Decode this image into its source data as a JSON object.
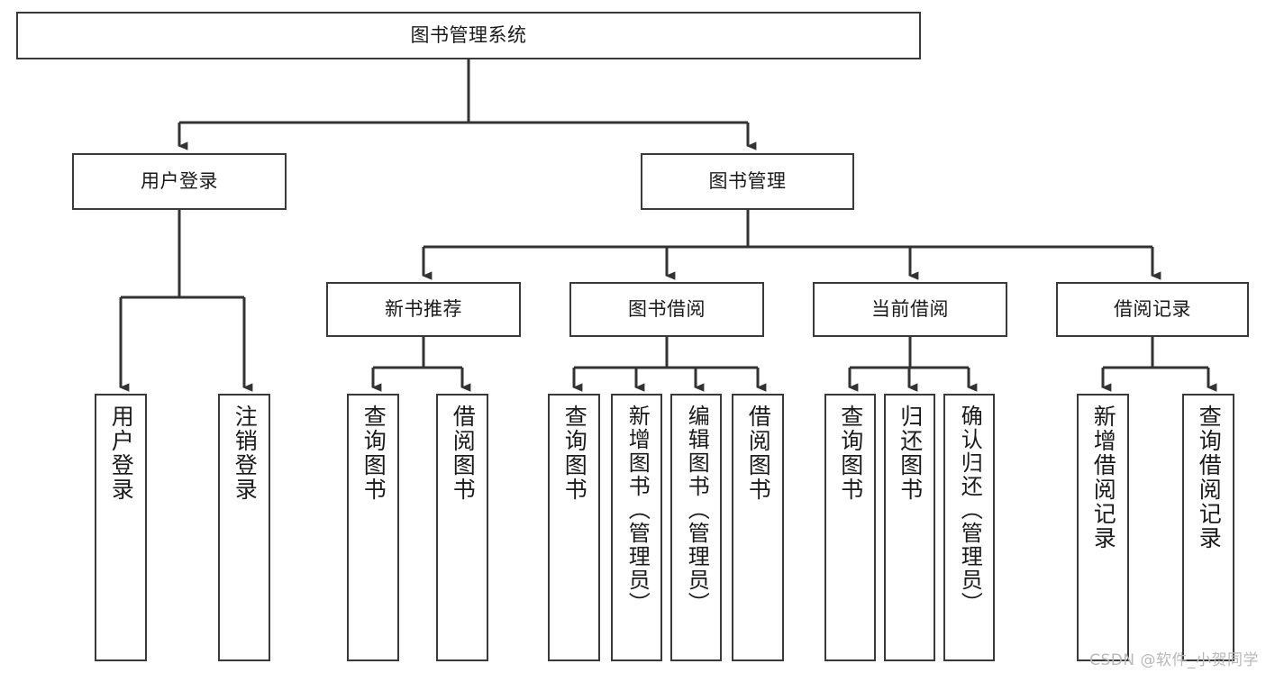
{
  "diagram": {
    "type": "tree",
    "title": "图书管理系统",
    "orientation": "top-down",
    "colors": {
      "box_border": "#3a3a3a",
      "box_fill": "#ffffff",
      "connector": "#333333",
      "text": "#1a1a1a",
      "watermark": "#b9b9b9",
      "background": "#ffffff"
    },
    "levels": 4,
    "nodes": {
      "root": {
        "label": "图书管理系统",
        "level": 1,
        "orientation": "horizontal"
      },
      "user_login": {
        "label": "用户登录",
        "level": 2,
        "orientation": "horizontal"
      },
      "book_manage": {
        "label": "图书管理",
        "level": 2,
        "orientation": "horizontal"
      },
      "new_book_rec": {
        "label": "新书推荐",
        "level": 3,
        "orientation": "horizontal"
      },
      "book_borrow": {
        "label": "图书借阅",
        "level": 3,
        "orientation": "horizontal"
      },
      "current_borrow": {
        "label": "当前借阅",
        "level": 3,
        "orientation": "horizontal"
      },
      "borrow_record": {
        "label": "借阅记录",
        "level": 3,
        "orientation": "horizontal"
      },
      "leaf_user_login": {
        "label": "用户登录",
        "level": 3,
        "orientation": "vertical",
        "parent": "user_login"
      },
      "leaf_user_logout": {
        "label": "注销登录",
        "level": 3,
        "orientation": "vertical",
        "parent": "user_login"
      },
      "leaf_rec_query": {
        "label": "查询图书",
        "level": 4,
        "orientation": "vertical",
        "parent": "new_book_rec"
      },
      "leaf_rec_borrow": {
        "label": "借阅图书",
        "level": 4,
        "orientation": "vertical",
        "parent": "new_book_rec"
      },
      "leaf_borrow_query": {
        "label": "查询图书",
        "level": 4,
        "orientation": "vertical",
        "parent": "book_borrow"
      },
      "leaf_borrow_add": {
        "label": "新增图书（管理员）",
        "level": 4,
        "orientation": "vertical",
        "parent": "book_borrow"
      },
      "leaf_borrow_edit": {
        "label": "编辑图书（管理员）",
        "level": 4,
        "orientation": "vertical",
        "parent": "book_borrow"
      },
      "leaf_borrow_take": {
        "label": "借阅图书",
        "level": 4,
        "orientation": "vertical",
        "parent": "book_borrow"
      },
      "leaf_cur_query": {
        "label": "查询图书",
        "level": 4,
        "orientation": "vertical",
        "parent": "current_borrow"
      },
      "leaf_cur_return": {
        "label": "归还图书",
        "level": 4,
        "orientation": "vertical",
        "parent": "current_borrow"
      },
      "leaf_cur_confirm": {
        "label": "确认归还（管理员）",
        "level": 4,
        "orientation": "vertical",
        "parent": "current_borrow"
      },
      "leaf_rec_add": {
        "label": "新增借阅记录",
        "level": 4,
        "orientation": "vertical",
        "parent": "borrow_record"
      },
      "leaf_rec_search": {
        "label": "查询借阅记录",
        "level": 4,
        "orientation": "vertical",
        "parent": "borrow_record"
      }
    },
    "edges": [
      {
        "from": "root",
        "to": "user_login"
      },
      {
        "from": "root",
        "to": "book_manage"
      },
      {
        "from": "user_login",
        "to": "leaf_user_login"
      },
      {
        "from": "user_login",
        "to": "leaf_user_logout"
      },
      {
        "from": "book_manage",
        "to": "new_book_rec"
      },
      {
        "from": "book_manage",
        "to": "book_borrow"
      },
      {
        "from": "book_manage",
        "to": "current_borrow"
      },
      {
        "from": "book_manage",
        "to": "borrow_record"
      },
      {
        "from": "new_book_rec",
        "to": "leaf_rec_query"
      },
      {
        "from": "new_book_rec",
        "to": "leaf_rec_borrow"
      },
      {
        "from": "book_borrow",
        "to": "leaf_borrow_query"
      },
      {
        "from": "book_borrow",
        "to": "leaf_borrow_add"
      },
      {
        "from": "book_borrow",
        "to": "leaf_borrow_edit"
      },
      {
        "from": "book_borrow",
        "to": "leaf_borrow_take"
      },
      {
        "from": "current_borrow",
        "to": "leaf_cur_query"
      },
      {
        "from": "current_borrow",
        "to": "leaf_cur_return"
      },
      {
        "from": "current_borrow",
        "to": "leaf_cur_confirm"
      },
      {
        "from": "borrow_record",
        "to": "leaf_rec_add"
      },
      {
        "from": "borrow_record",
        "to": "leaf_rec_search"
      }
    ]
  },
  "watermark": {
    "text": "CSDN @软件_小贺同学"
  }
}
